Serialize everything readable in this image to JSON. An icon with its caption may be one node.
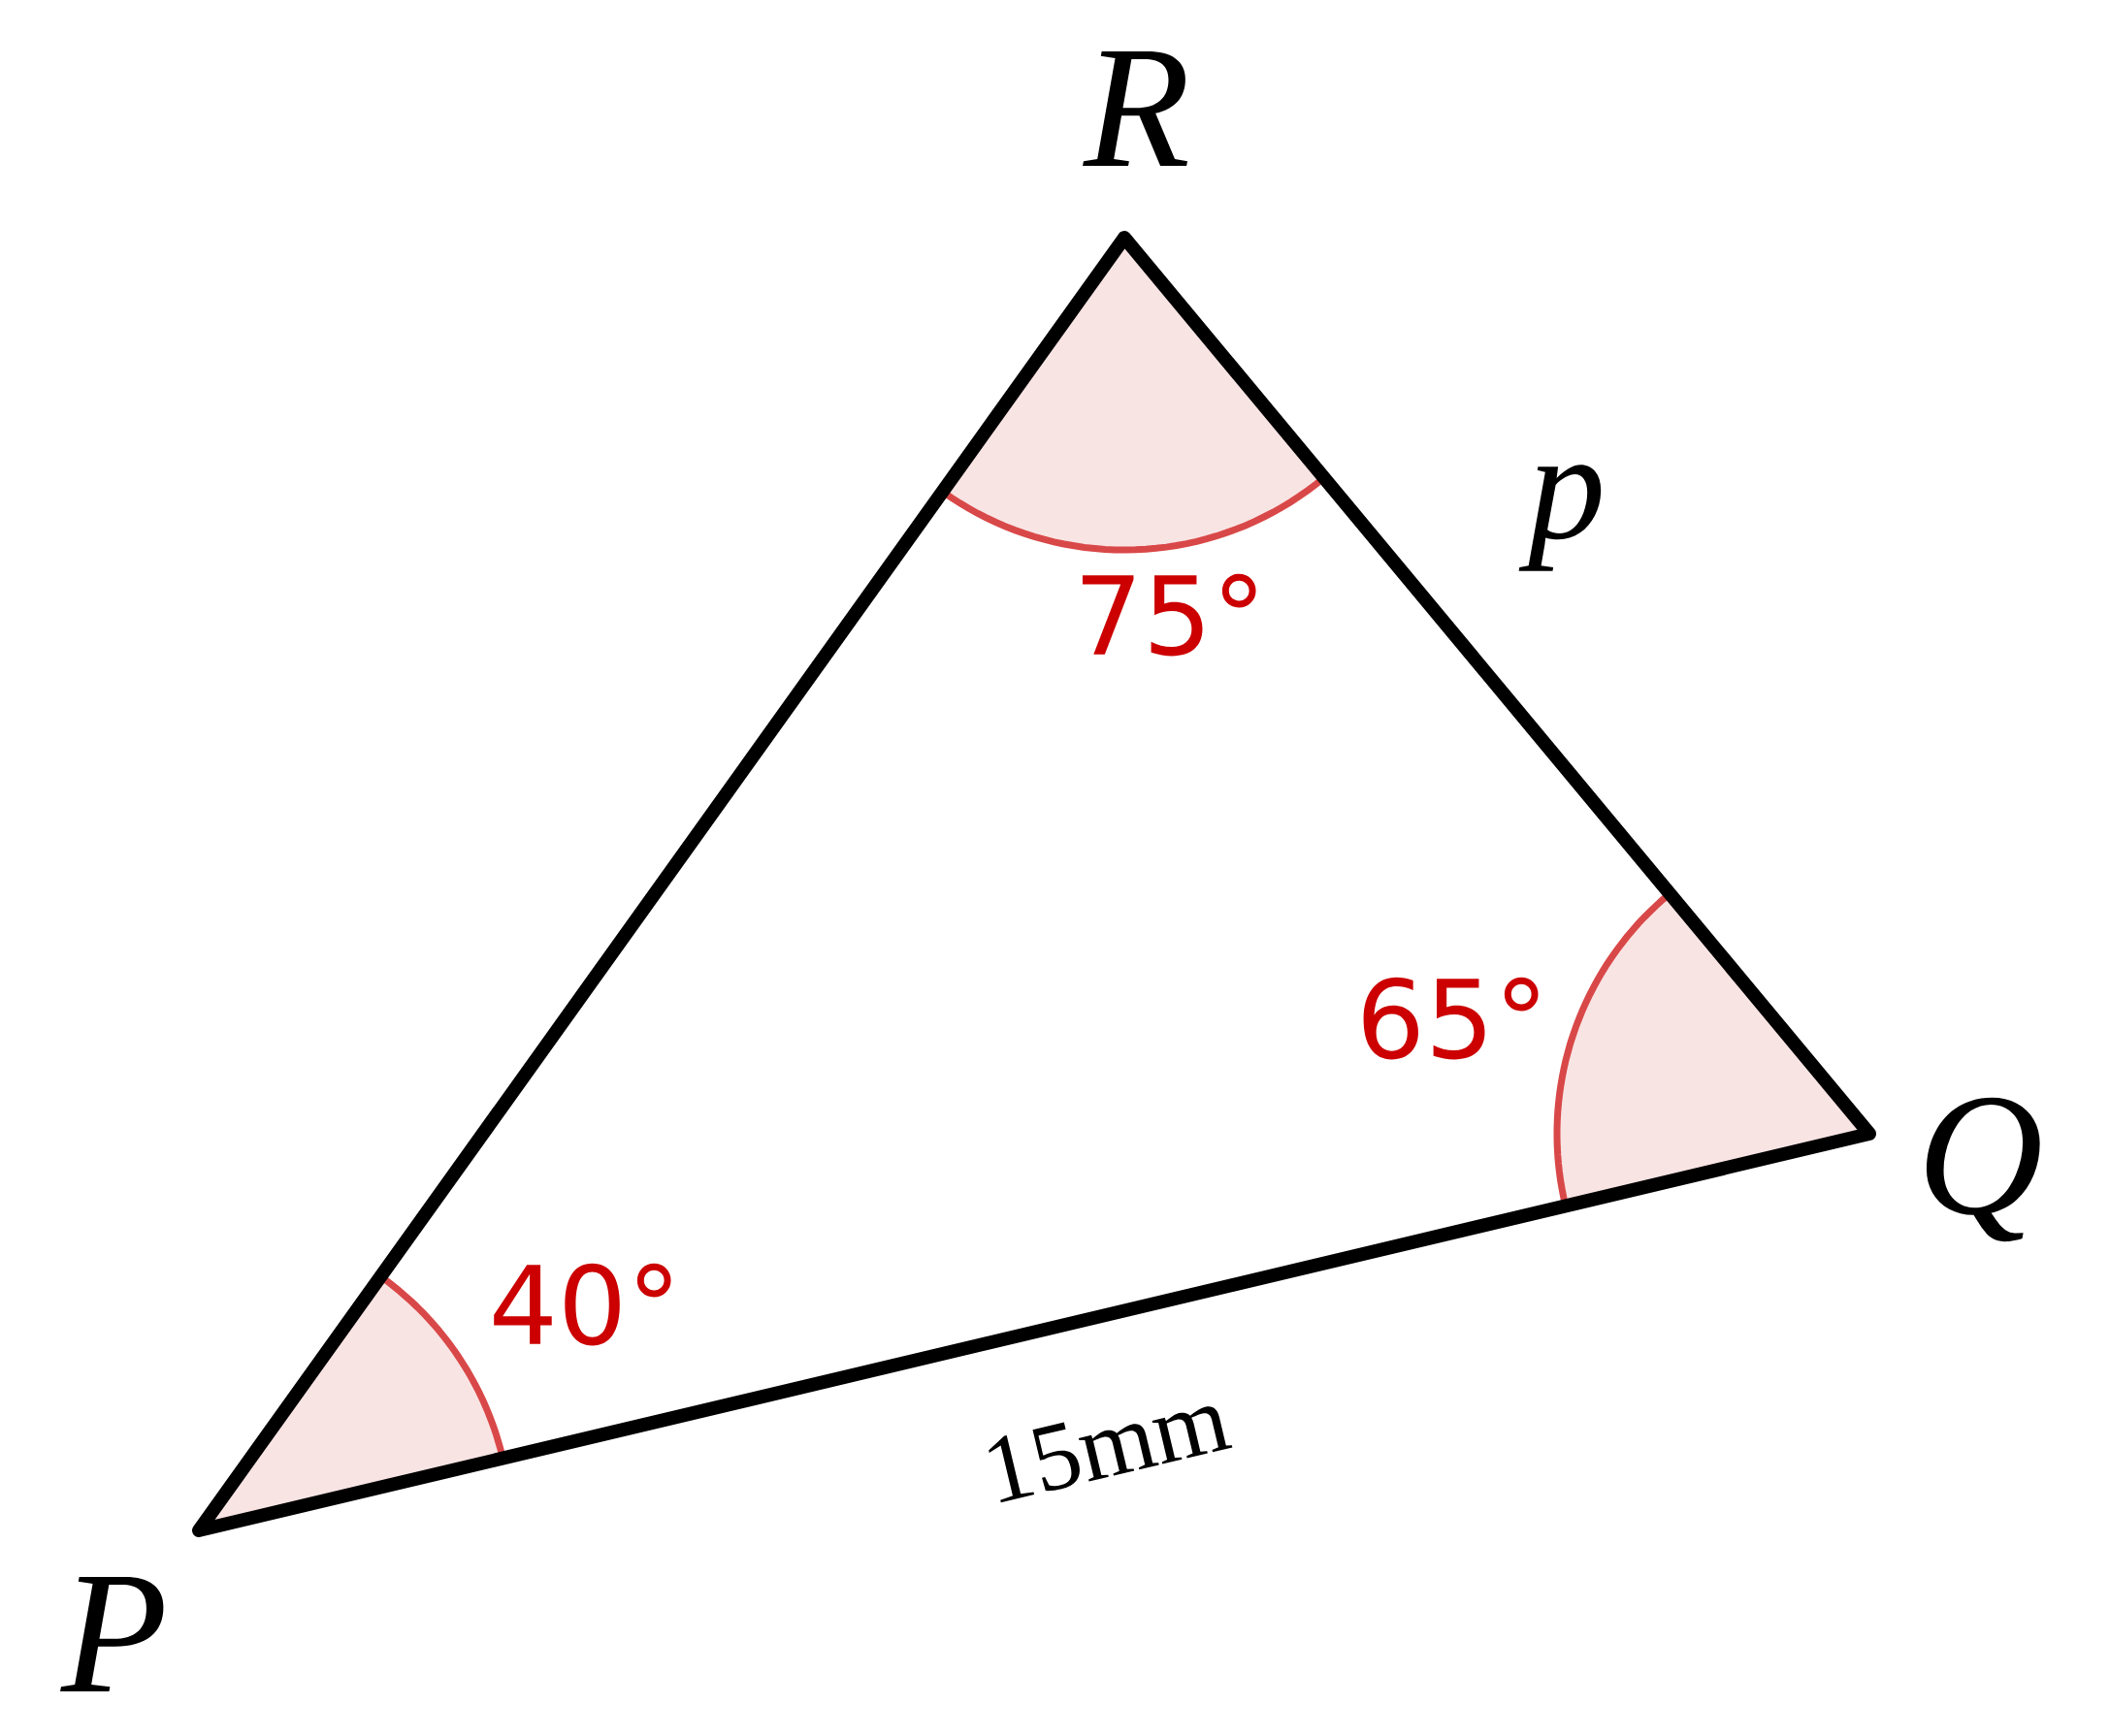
{
  "diagram": {
    "labels": [
      "R",
      "p",
      "75°",
      "65°",
      "Q",
      "40°",
      "15mm",
      "P"
    ]
  }
}
